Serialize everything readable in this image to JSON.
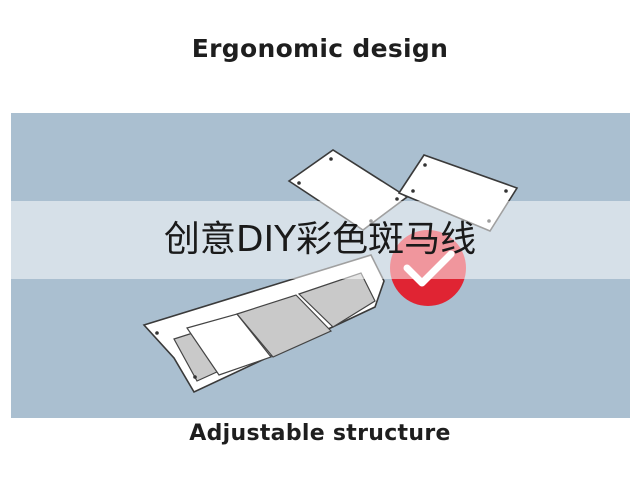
{
  "title": "Ergonomic design",
  "caption": "Adjustable structure",
  "overlay_text": "创意DIY彩色斑马线",
  "colors": {
    "background": "#ffffff",
    "panel": "#aabfd0",
    "text": "#1e1e1e",
    "badge": "#e02433",
    "card": "#ffffff",
    "stripe_gray": "#c9c9c9"
  },
  "icons": {
    "badge": "checkmark-badge-icon"
  }
}
